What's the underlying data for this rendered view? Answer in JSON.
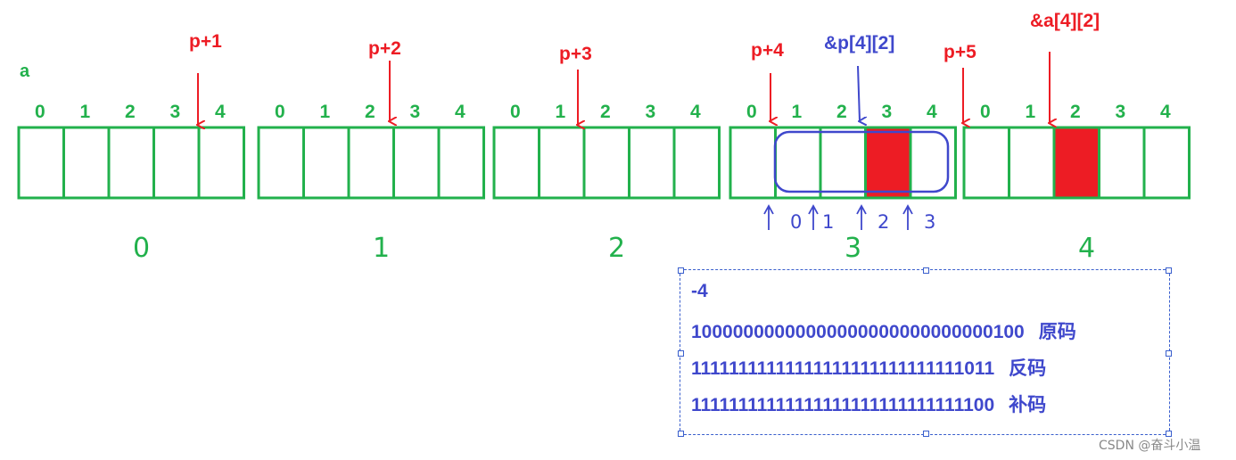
{
  "colors": {
    "green": "#22b14c",
    "red": "#ed1c24",
    "blue": "#3f48cc",
    "gray": "#888888"
  },
  "array_name": "a",
  "indices": [
    "0",
    "1",
    "2",
    "3",
    "4"
  ],
  "row_labels": [
    "0",
    "1",
    "2",
    "3",
    "4"
  ],
  "pointer_labels": [
    "p+1",
    "p+2",
    "p+3",
    "p+4",
    "p+5"
  ],
  "highlight_labels": {
    "p_elem": "&p[4][2]",
    "a_elem": "&a[4][2]"
  },
  "sub_labels": [
    "0",
    "1",
    "2",
    "3"
  ],
  "note": {
    "value": "-4",
    "lines": [
      {
        "bits": "10000000000000000000000000000100",
        "label": "原码"
      },
      {
        "bits": "11111111111111111111111111111011",
        "label": "反码"
      },
      {
        "bits": "11111111111111111111111111111100",
        "label": "补码"
      }
    ]
  },
  "watermark": "CSDN @奋斗小温"
}
